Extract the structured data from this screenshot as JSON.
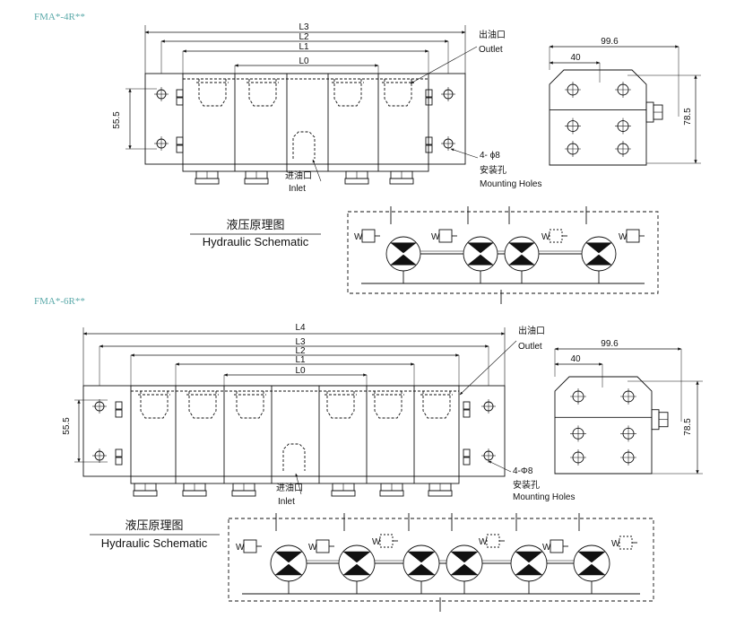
{
  "section1": {
    "model": "FMA*-4R**",
    "dims": {
      "L3": "L3",
      "L2": "L2",
      "L1": "L1",
      "L0": "L0",
      "height": "55.5"
    },
    "outlet_cn": "出油口",
    "outlet_en": "Outlet",
    "inlet_cn": "进油口",
    "inlet_en": "Inlet",
    "holes_spec": "4- ϕ8",
    "holes_cn": "安装孔",
    "holes_en": "Mounting Holes",
    "schematic_cn": "液压原理图",
    "schematic_en": "Hydraulic Schematic",
    "side": {
      "width": "99.6",
      "offset": "40",
      "height": "78.5"
    }
  },
  "section2": {
    "model": "FMA*-6R**",
    "dims": {
      "L4": "L4",
      "L3": "L3",
      "L2": "L2",
      "L1": "L1",
      "L0": "L0",
      "height": "55.5"
    },
    "outlet_cn": "出油口",
    "outlet_en": "Outlet",
    "inlet_cn": "进油口",
    "inlet_en": "Inlet",
    "holes_spec": "4-Φ8",
    "holes_cn": "安装孔",
    "holes_en": "Mounting Holes",
    "schematic_cn": "液压原理图",
    "schematic_en": "Hydraulic Schematic",
    "side": {
      "width": "99.6",
      "offset": "40",
      "height": "78.5"
    }
  },
  "schematic_symbol": "W",
  "colors": {
    "line": "#111111",
    "model_text": "#5aa9a9",
    "background": "#ffffff"
  }
}
